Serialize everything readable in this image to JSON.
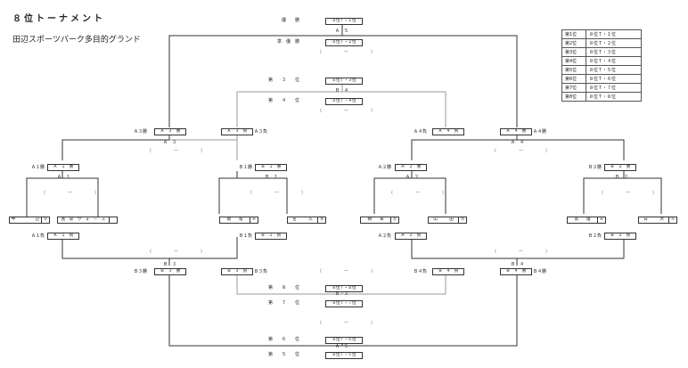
{
  "header": {
    "title": "８位トーナメント",
    "venue": "田辺スポーツパーク多目的グランド"
  },
  "ranking": [
    {
      "place": "第1位",
      "value": "８位Ｔ・１位"
    },
    {
      "place": "第2位",
      "value": "８位Ｔ・２位"
    },
    {
      "place": "第3位",
      "value": "８位Ｔ・３位"
    },
    {
      "place": "第4位",
      "value": "８位Ｔ・４位"
    },
    {
      "place": "第5位",
      "value": "８位Ｔ・５位"
    },
    {
      "place": "第6位",
      "value": "８位Ｔ・６位"
    },
    {
      "place": "第7位",
      "value": "８位Ｔ・７位"
    },
    {
      "place": "第8位",
      "value": "８位Ｔ・８位"
    }
  ],
  "center": {
    "r1": {
      "label": "優　　勝",
      "box": "８位Ｔ・１位"
    },
    "r2": {
      "label": "準　優　勝",
      "box": "８位Ｔ・２位"
    },
    "r3": {
      "label": "第　　３　　位",
      "box": "８位Ｔ・３位"
    },
    "r4": {
      "label": "第　　４　　位",
      "box": "８位Ｔ・４位"
    },
    "r8": {
      "label": "第　　８　　位",
      "box": "８位Ｔ・８位"
    },
    "r7": {
      "label": "第　　７　　位",
      "box": "８位Ｔ・７位"
    },
    "r6": {
      "label": "第　　６　　位",
      "box": "８位Ｔ・６位"
    },
    "r5": {
      "label": "第　　５　　位",
      "box": "８位Ｔ・５位"
    },
    "g_a5": "Ａ　５",
    "g_b4": "Ｂ　４",
    "g_b3": "Ｂ　３",
    "g_a5b": "Ａ　５"
  },
  "matches": {
    "a3": "Ａ　３",
    "a4": "Ａ　４",
    "a1": "Ａ　１",
    "b1": "Ｂ　１",
    "a2": "Ａ　２",
    "b2": "Ｂ　２",
    "b3": "Ｂ　３",
    "b4": "Ｂ　４",
    "paren": "（　　　　　ー　　　　　）"
  },
  "labels": {
    "a3w": "Ａ３勝",
    "a3l": "Ａ３負",
    "a4l": "Ａ４負",
    "a4w": "Ａ４勝",
    "a1w": "Ａ１勝",
    "b1w": "Ｂ１勝",
    "a2w": "Ａ２勝",
    "b2w": "Ｂ２勝",
    "a1l": "Ａ１負",
    "b1l": "Ｂ１負",
    "a2l": "Ａ２負",
    "b2l": "Ｂ２負",
    "b3w": "Ｂ３勝",
    "b3l": "Ｂ３負",
    "b4l": "Ｂ４負",
    "b4w": "Ｂ４勝"
  },
  "boxes": {
    "A": "Ａ",
    "B": "Ｂ",
    "win": "勝",
    "lose": "負",
    "a3w": "Ａ　３　勝",
    "a3l": "Ａ　３　負",
    "a4l": "Ａ　４　負",
    "a4w": "Ａ　４　勝",
    "a1w": "Ａ　１　勝",
    "b1w": "Ｂ　１　勝",
    "a2w": "Ａ　２　勝",
    "b2w": "Ｂ　２　勝",
    "a1l": "Ａ　１　負",
    "b1l": "Ｂ　１　負",
    "a2l": "Ａ　２　負",
    "b2l": "Ｂ　２　負",
    "b3w": "Ｂ　３　勝",
    "b3l": "Ｂ　３　負",
    "b4l": "Ｂ　４　負",
    "b4w": "Ｂ　４　勝"
  },
  "teams": [
    {
      "name": "中　　　　　辺",
      "code": "⑤"
    },
    {
      "name": "長　泉　ウ　ォ　ー　ズ",
      "code": ""
    },
    {
      "name": "福　　留",
      "code": "⑥"
    },
    {
      "name": "名　　　久",
      "code": "⑮"
    },
    {
      "name": "朝　　来",
      "code": "⑪"
    },
    {
      "name": "山　　　田",
      "code": "⑬"
    },
    {
      "name": "高　　雄",
      "code": "⑥"
    },
    {
      "name": "白　　　浜",
      "code": "⑤"
    }
  ]
}
